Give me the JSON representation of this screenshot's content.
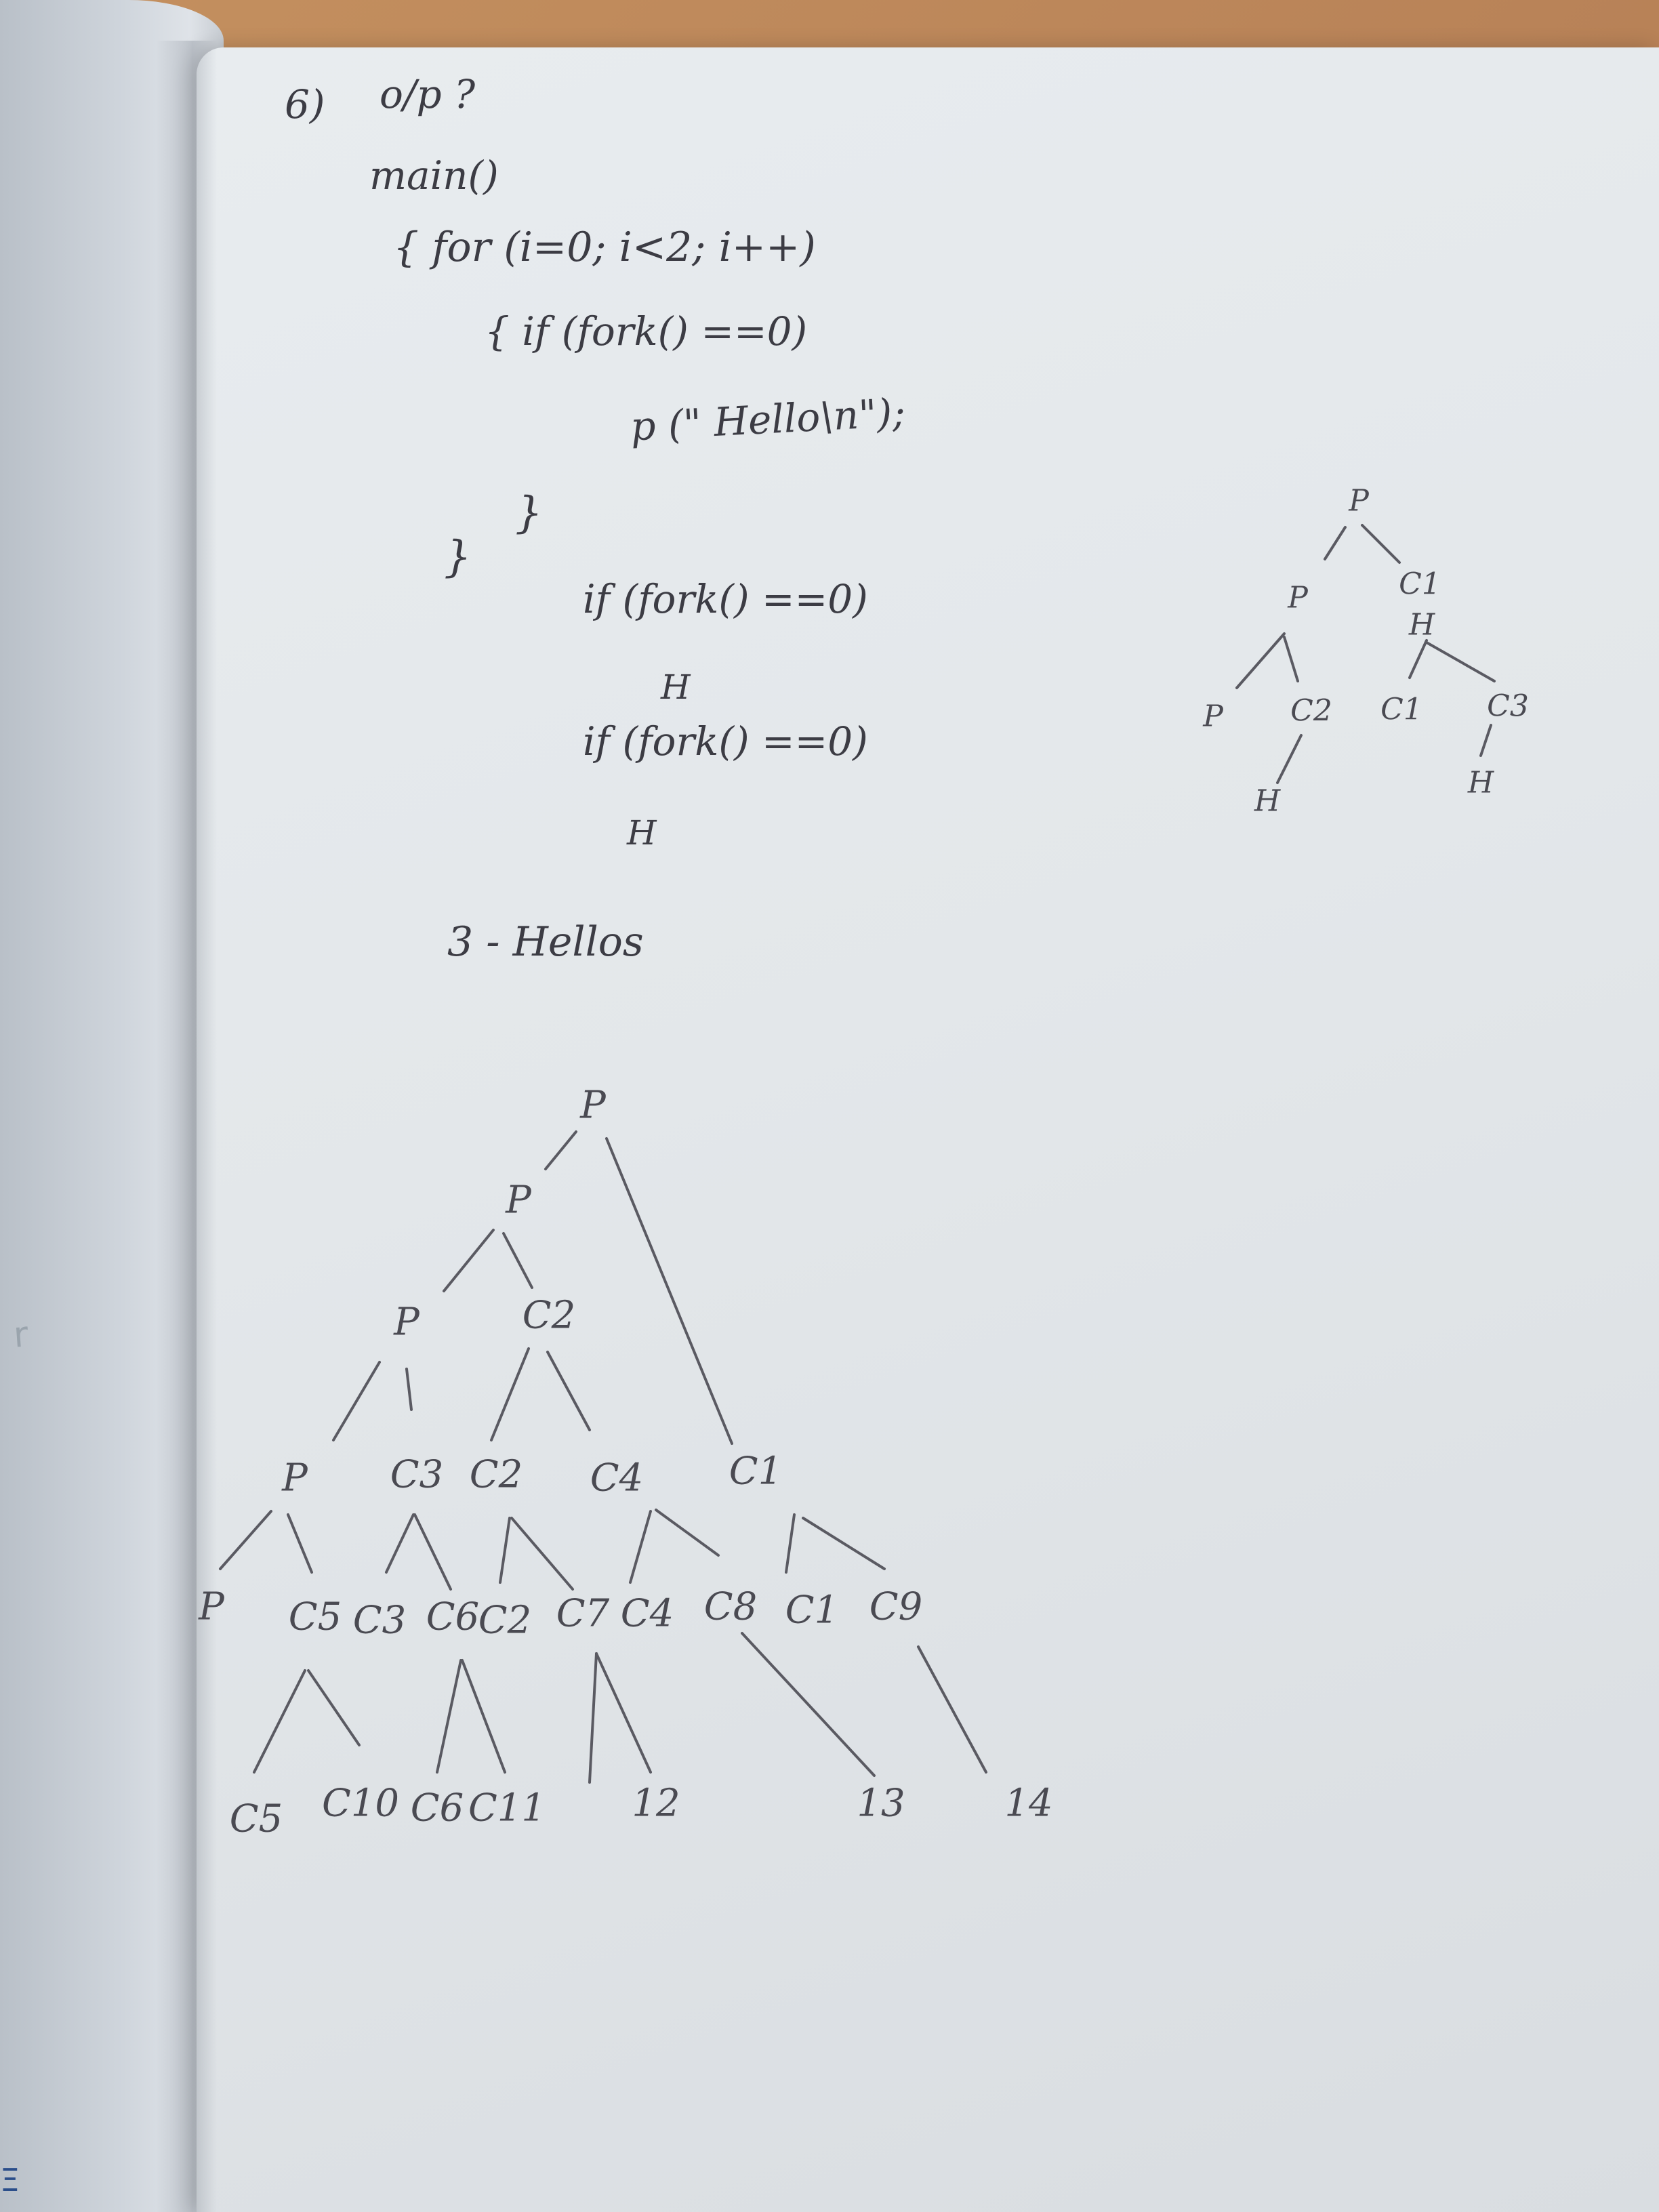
{
  "question": {
    "number": "6)",
    "label": "o/p ?"
  },
  "code": {
    "line1": "main()",
    "line2": "{ for (i=0; i<2; i++)",
    "line3": "{   if (fork() ==0)",
    "line4": "p (\" Hello\\n\");",
    "line5": "}",
    "line6": "}"
  },
  "unrolled": {
    "line1": "if (fork() ==0)",
    "line2": "H",
    "line3": "if (fork() ==0)",
    "line4": "H"
  },
  "answer": "3 - Hellos",
  "small_tree": {
    "nodes": [
      {
        "id": "p0",
        "label": "P"
      },
      {
        "id": "p1",
        "label": "P"
      },
      {
        "id": "c1a",
        "label": "C1"
      },
      {
        "id": "h1",
        "label": "H"
      },
      {
        "id": "p2",
        "label": "P"
      },
      {
        "id": "c2",
        "label": "C2"
      },
      {
        "id": "c1b",
        "label": "C1"
      },
      {
        "id": "c3",
        "label": "C3"
      },
      {
        "id": "h2",
        "label": "H"
      },
      {
        "id": "h3",
        "label": "H"
      }
    ]
  },
  "big_tree": {
    "nodes": [
      {
        "id": "r",
        "label": "P"
      },
      {
        "id": "l1p",
        "label": "P"
      },
      {
        "id": "l2p",
        "label": "P"
      },
      {
        "id": "l2c2",
        "label": "C2"
      },
      {
        "id": "l3p",
        "label": "P"
      },
      {
        "id": "l3c3",
        "label": "C3"
      },
      {
        "id": "l3c2",
        "label": "C2"
      },
      {
        "id": "l3c4",
        "label": "C4"
      },
      {
        "id": "l3c1",
        "label": "C1"
      },
      {
        "id": "l4p",
        "label": "P"
      },
      {
        "id": "l4c5",
        "label": "C5"
      },
      {
        "id": "l4c3",
        "label": "C3"
      },
      {
        "id": "l4c6",
        "label": "C6"
      },
      {
        "id": "l4c2",
        "label": "C2"
      },
      {
        "id": "l4c7",
        "label": "C7"
      },
      {
        "id": "l4c4",
        "label": "C4"
      },
      {
        "id": "l4c8",
        "label": "C8"
      },
      {
        "id": "l4c1",
        "label": "C1"
      },
      {
        "id": "l4c9",
        "label": "C9"
      },
      {
        "id": "l5c5",
        "label": "C5"
      },
      {
        "id": "l5c10",
        "label": "C10"
      },
      {
        "id": "l5c6",
        "label": "C6"
      },
      {
        "id": "l5c11",
        "label": "C11"
      },
      {
        "id": "l5n12",
        "label": "12"
      },
      {
        "id": "l5n13",
        "label": "13"
      },
      {
        "id": "l5n14",
        "label": "14"
      }
    ]
  }
}
